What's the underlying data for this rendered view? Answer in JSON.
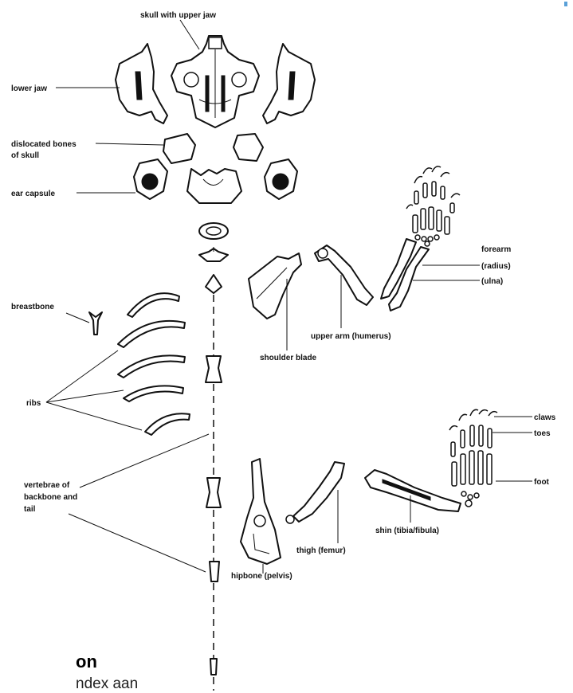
{
  "labels": {
    "skull": "skull with upper jaw",
    "lower_jaw": "lower jaw",
    "dislocated_line1": "dislocated bones",
    "dislocated_line2": "of skull",
    "ear_capsule": "ear capsule",
    "breastbone": "breastbone",
    "ribs": "ribs",
    "vertebrae_line1": "vertebrae of",
    "vertebrae_line2": "backbone and",
    "vertebrae_line3": "tail",
    "forearm": "forearm",
    "radius": "(radius)",
    "ulna": "(ulna)",
    "upper_arm": "upper arm (humerus)",
    "shoulder_blade": "shoulder blade",
    "claws": "claws",
    "toes": "toes",
    "foot": "foot",
    "thigh": "thigh (femur)",
    "shin": "shin (tibia/fibula)",
    "hipbone": "hipbone (pelvis)"
  },
  "footer": {
    "heading": "on",
    "subtext": "ndex aan"
  }
}
